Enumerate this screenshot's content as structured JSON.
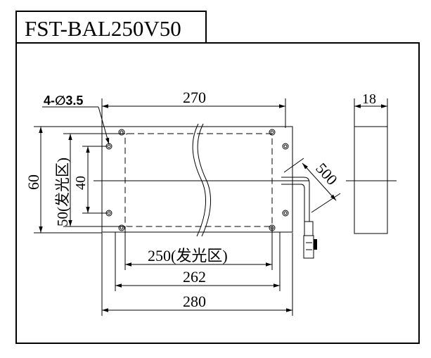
{
  "title": "FST-BAL250V50",
  "dimensions": {
    "hole_spec": "4-∅3.5",
    "length_total_top": "270",
    "thickness": "18",
    "height_total": "60",
    "height_emit": "50(发光区)",
    "hole_pitch_v": "40",
    "cable_length": "500",
    "width_emit": "250(发光区)",
    "hole_pitch_h": "262",
    "width_total": "280"
  }
}
